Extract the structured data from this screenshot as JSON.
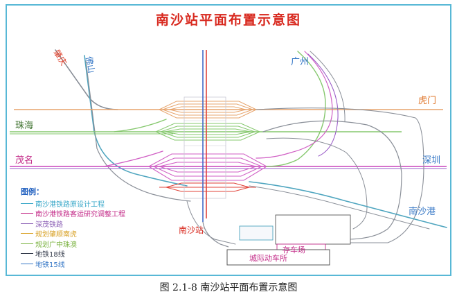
{
  "title": "南沙站平面布置示意图",
  "caption": "图 2.1-8    南沙站平面布置示意图",
  "place_labels": {
    "zhaoqing": "肇庆",
    "foshan": "佛山",
    "guangzhou": "广州",
    "humen": "虎门",
    "zhuhai": "珠海",
    "maoming": "茂名",
    "shenzhen": "深圳",
    "nanshagang": "南沙港",
    "nansha_station": "南沙站",
    "depot": "存车场",
    "emu_depot": "城际动车所"
  },
  "legend": {
    "heading": "图例：",
    "items": [
      {
        "label": "南沙港铁路原设计工程",
        "color": "#37a7c8"
      },
      {
        "label": "南沙港铁路客运研究调整工程",
        "color": "#c42e8a"
      },
      {
        "label": "深茂铁路",
        "color": "#8b5fb5"
      },
      {
        "label": "规划肇顺南虎",
        "color": "#d8a023"
      },
      {
        "label": "规划广中珠澳",
        "color": "#7cb342"
      },
      {
        "label": "地铁18线",
        "color": "#333a4a"
      },
      {
        "label": "地铁15线",
        "color": "#3577c6"
      }
    ]
  },
  "colors": {
    "frame": "#58b8d6",
    "orange_line": "#e7a46c",
    "green_line": "#86c86e",
    "magenta_line": "#d05ec4",
    "purple_line": "#9a5cc8",
    "teal_line": "#4ea5bf",
    "gray_line": "#8a8f98",
    "red_line": "#e0433a",
    "blue_line": "#4169c6"
  }
}
